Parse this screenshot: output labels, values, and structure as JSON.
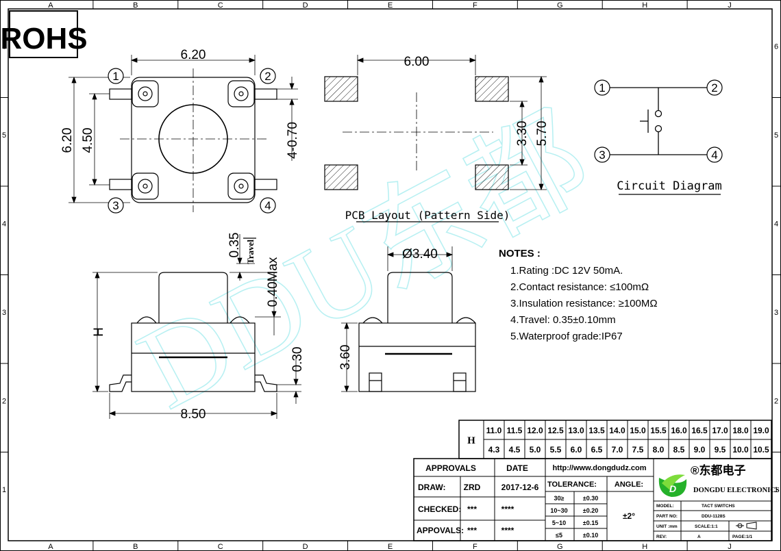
{
  "border": {
    "columns": [
      "A",
      "B",
      "C",
      "D",
      "E",
      "F",
      "G",
      "H",
      "J"
    ],
    "rows": [
      "6",
      "5",
      "4",
      "3",
      "2",
      "1"
    ]
  },
  "rohs": "ROHS",
  "top_view": {
    "dim_width": "6.20",
    "dim_height": "6.20",
    "dim_inner": "4.50",
    "dim_pin": "4-0.70",
    "pins": [
      "1",
      "2",
      "3",
      "4"
    ]
  },
  "pcb": {
    "dim_width": "6.00",
    "dim_inner": "3.30",
    "dim_outer": "5.70",
    "title": "PCB Layout (Pattern Side)"
  },
  "circuit": {
    "pins": [
      "1",
      "2",
      "3",
      "4"
    ],
    "title": "Circuit Diagram"
  },
  "watermark": "DDU东都",
  "side_view": {
    "dim_travel": "0.35",
    "travel_label": "Travel",
    "dim_max": "0.40Max",
    "dim_h": "H",
    "dim_base": "0.30",
    "dim_width": "8.50"
  },
  "front_view": {
    "dim_dia": "Ø3.40",
    "dim_height": "3.60"
  },
  "notes": {
    "title": "NOTES :",
    "items": [
      "1.Rating :DC 12V 50mA.",
      "2.Contact resistance: ≤100mΩ",
      "3.Insulation resistance: ≥100MΩ",
      "4.Travel: 0.35±0.10mm",
      "5.Waterproof grade:IP67"
    ]
  },
  "h_table": {
    "label": "H",
    "top": [
      "11.0",
      "11.5",
      "12.0",
      "12.5",
      "13.0",
      "13.5",
      "14.0",
      "15.0",
      "15.5",
      "16.0",
      "16.5",
      "17.0",
      "18.0",
      "19.0"
    ],
    "bottom": [
      "4.3",
      "4.5",
      "5.0",
      "5.5",
      "6.0",
      "6.5",
      "7.0",
      "7.5",
      "8.0",
      "8.5",
      "9.0",
      "9.5",
      "10.0",
      "10.5"
    ]
  },
  "title_block": {
    "approvals_header": "APPROVALS",
    "date_header": "DATE",
    "website": "http://www.dongdudz.com",
    "draw_label": "DRAW:",
    "draw_name": "ZRD",
    "draw_date": "2017-12-6",
    "checked_label": "CHECKED:",
    "checked_name": "***",
    "checked_date": "****",
    "appovals_label": "APPOVALS:",
    "appovals_name": "***",
    "appovals_date": "****",
    "tolerance_label": "TOLERANCE:",
    "angle_label": "ANGLE:",
    "angle_value": "±2°",
    "tolerance_rows": [
      {
        "range": "30≥",
        "value": "±0.30"
      },
      {
        "range": "10~30",
        "value": "±0.20"
      },
      {
        "range": "5~10",
        "value": "±0.15"
      },
      {
        "range": "≤5",
        "value": "±0.10"
      }
    ],
    "company_cn": "®东都电子",
    "company_en": "DONGDU ELECTRONICS",
    "model_label": "MODEL:",
    "model_value": "TACT SWITCHS",
    "part_label": "PART NO:",
    "part_value": "DDU-1128S",
    "unit_label": "UNIT :mm",
    "scale_label": "SCALE:1:1",
    "rev_label": "REV:",
    "rev_value": "A",
    "page_label": "PAGE:1/1"
  }
}
